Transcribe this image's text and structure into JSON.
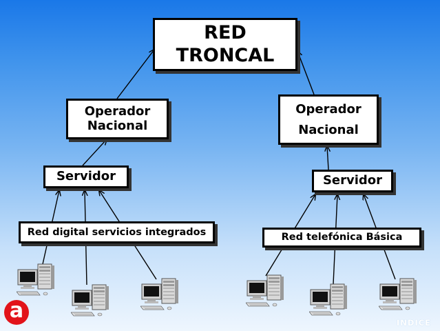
{
  "diagram": {
    "core_line1": "RED",
    "core_line2": "TRONCAL",
    "left": {
      "operator_line1": "Operador",
      "operator_line2": "Nacional",
      "server": "Servidor",
      "network": "Red digital servicios integrados"
    },
    "right": {
      "operator_line1": "Operador",
      "operator_line2": "Nacional",
      "server": "Servidor",
      "network": "Red telefónica Básica"
    }
  },
  "footer": {
    "logo_letter": "a",
    "index_label": "INDICE"
  },
  "icons": [
    "computer-icon",
    "logo-icon"
  ]
}
